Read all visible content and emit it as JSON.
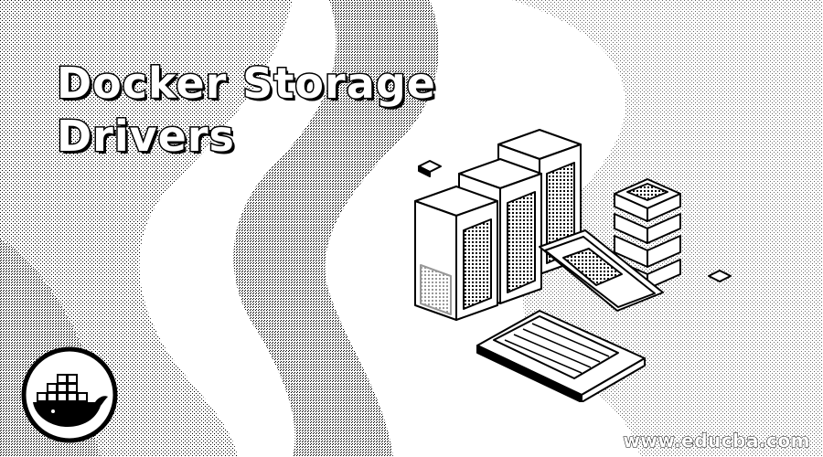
{
  "banner": {
    "title_line1": "Docker Storage",
    "title_line2": "Drivers",
    "website": "www.educba.com"
  },
  "icons": {
    "logo": "docker-whale-icon",
    "illustration": "server-racks-laptop-illustration"
  }
}
